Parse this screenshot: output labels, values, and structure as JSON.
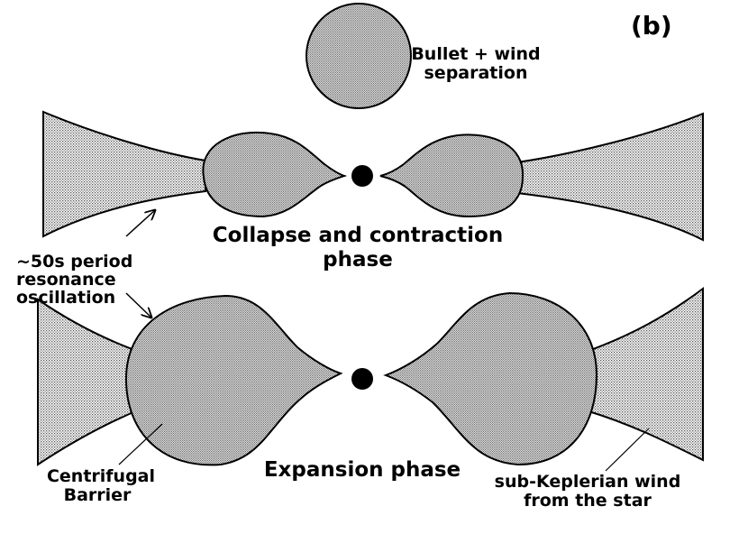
{
  "figure": {
    "panel_label": "(b)",
    "bullet_label": [
      "Bullet + wind",
      "separation"
    ],
    "top_phase": [
      "Collapse and contraction",
      "phase"
    ],
    "oscillation_label": [
      "~50s period",
      "resonance",
      "oscillation"
    ],
    "bottom_phase": "Expansion phase",
    "barrier_label": [
      "Centrifugal",
      "Barrier"
    ],
    "wind_label": [
      "sub-Keplerian wind",
      "from the star"
    ],
    "colors": {
      "ink": "#000000",
      "fill_light": "#d9d9d9",
      "fill_dark": "#c4c4c4",
      "background": "#ffffff"
    }
  }
}
